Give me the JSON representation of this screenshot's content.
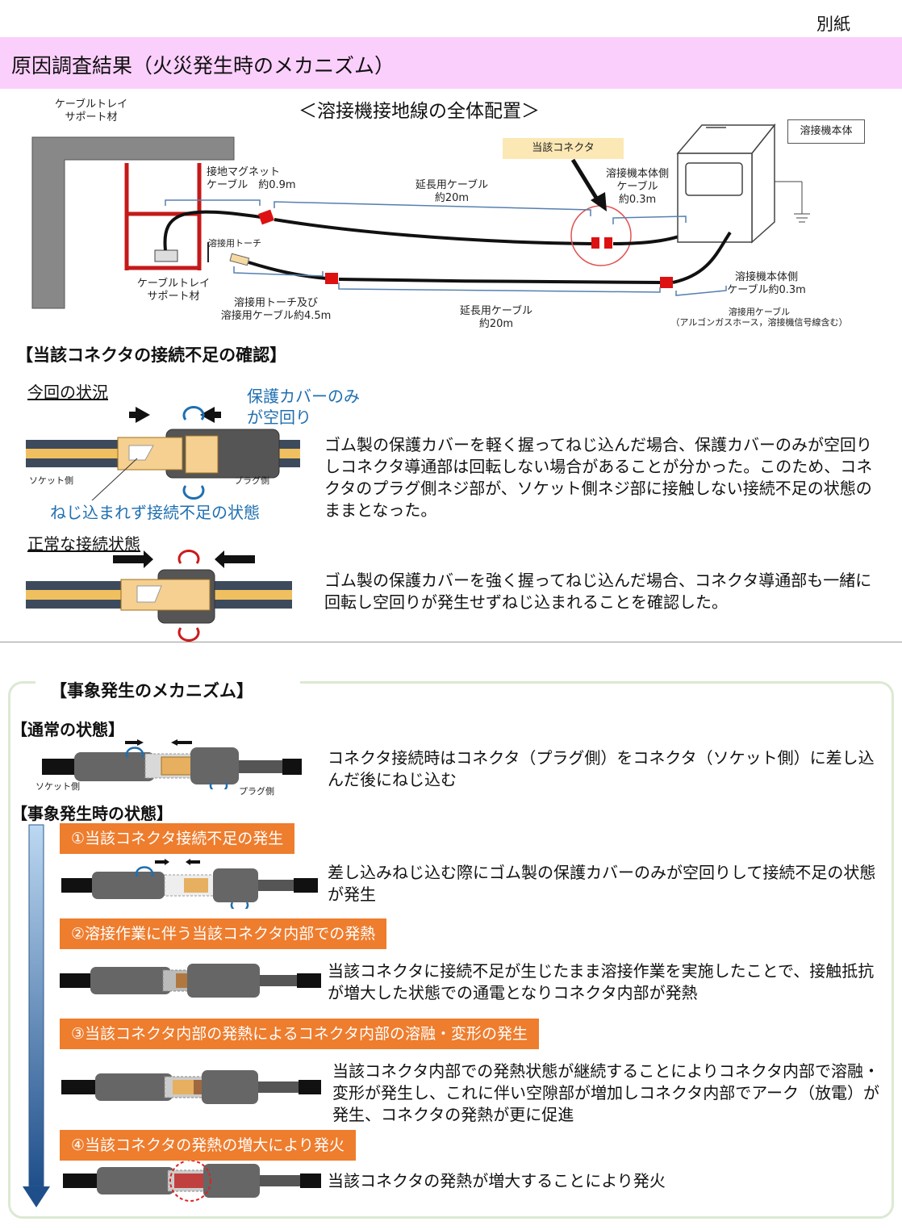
{
  "top_right_note": "別紙",
  "header_title": "原因調査結果（火災発生時のメカニズム）",
  "layout": {
    "title": "＜溶接機接地線の全体配置＞",
    "labels": {
      "cable_tray_support_top": "ケーブルトレイ\nサポート材",
      "cable_tray_support_bottom": "ケーブルトレイ\nサポート材",
      "ground_magnet_cable": "接地マグネット\nケーブル　約0.9m",
      "extension_cable_top": "延長用ケーブル\n約20m",
      "target_connector": "当該コネクタ",
      "welder_side_cable_top": "溶接機本体側\nケーブル\n約0.3m",
      "welder_body": "溶接機本体",
      "welding_torch": "溶接用トーチ",
      "torch_and_cable": "溶接用トーチ及び\n溶接用ケーブル約4.5m",
      "extension_cable_bottom": "延長用ケーブル\n約20m",
      "welder_side_cable_bottom": "溶接機本体側\nケーブル約0.3m",
      "welding_cable_note": "溶接用ケーブル\n（アルゴンガスホース，溶接機信号線含む）"
    }
  },
  "check_section": {
    "title": "【当該コネクタの接続不足の確認】",
    "current_state_title": "今回の状況",
    "cover_only_spin": "保護カバーのみ\nが空回り",
    "socket_side": "ソケット側",
    "plug_side": "プラグ側",
    "not_screwed": "ねじ込まれず接続不足の状態",
    "current_state_text": "ゴム製の保護カバーを軽く握ってねじ込んだ場合、保護カバーのみが空回りしコネクタ導通部は回転しない場合があることが分かった。このため、コネクタのプラグ側ネジ部が、ソケット側ネジ部に接触しない接続不足の状態のままとなった。",
    "normal_state_title": "正常な接続状態",
    "normal_state_text": "ゴム製の保護カバーを強く握ってねじ込んだ場合、コネクタ導通部も一緒に回転し空回りが発生せずねじ込まれることを確認した。"
  },
  "mechanism": {
    "title": "【事象発生のメカニズム】",
    "normal_title": "【通常の状態】",
    "socket_side": "ソケット側",
    "plug_side": "プラグ側",
    "normal_text": "コネクタ接続時はコネクタ（プラグ側）をコネクタ（ソケット側）に差し込んだ後にねじ込む",
    "event_title": "【事象発生時の状態】",
    "steps": [
      {
        "label": "①当該コネクタ接続不足の発生",
        "text": "差し込みねじ込む際にゴム製の保護カバーのみが空回りして接続不足の状態が発生"
      },
      {
        "label": "②溶接作業に伴う当該コネクタ内部での発熱",
        "text": "当該コネクタに接続不足が生じたまま溶接作業を実施したことで、接触抵抗が増大した状態での通電となりコネクタ内部が発熱"
      },
      {
        "label": "③当該コネクタ内部の発熱によるコネクタ内部の溶融・変形の発生",
        "text": "当該コネクタ内部での発熱状態が継続することによりコネクタ内部で溶融・変形が発生し、これに伴い空隙部が増加しコネクタ内部でアーク（放電）が発生、コネクタの発熱が更に促進"
      },
      {
        "label": "④当該コネクタの発熱の増大により発火",
        "text": "当該コネクタの発熱が増大することにより発火"
      }
    ]
  },
  "colors": {
    "header_band": "#fbcffb",
    "step_orange": "#ee7d2e",
    "accent_blue": "#1f6fb0",
    "cable_red": "#cc1a1a"
  }
}
